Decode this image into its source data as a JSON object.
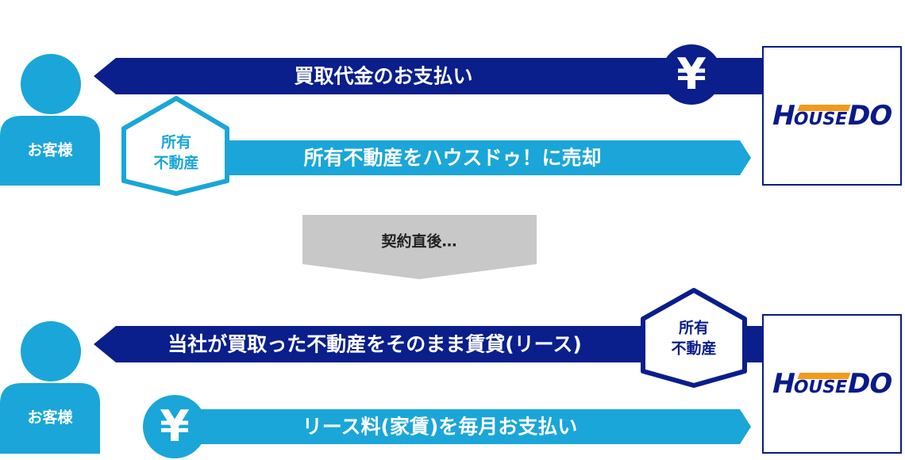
{
  "colors": {
    "navy": "#0a1e8c",
    "cyan": "#1aa6d8",
    "gray": "#c8c8c8",
    "logo_blue": "#0a1a8a",
    "logo_orange": "#f29a1a"
  },
  "top": {
    "customer_label": "お客様",
    "pay_arrow_label": "買取代金のお支払い",
    "sell_arrow_label": "所有不動産をハウスドゥ！に売却",
    "property_badge_label": "所有\n不動産",
    "yen_symbol": "¥",
    "logo_text_a": "H",
    "logo_text_b": "OUSE",
    "logo_text_c": "DO"
  },
  "middle": {
    "transition_label": "契約直後…"
  },
  "bottom": {
    "customer_label": "お客様",
    "lease_arrow_label": "当社が買取った不動産をそのまま賃貸(リース)",
    "rent_arrow_label": "リース料(家賃)を毎月お支払い",
    "property_badge_label": "所有\n不動産",
    "yen_symbol": "¥",
    "logo_text_a": "H",
    "logo_text_b": "OUSE",
    "logo_text_c": "DO"
  }
}
